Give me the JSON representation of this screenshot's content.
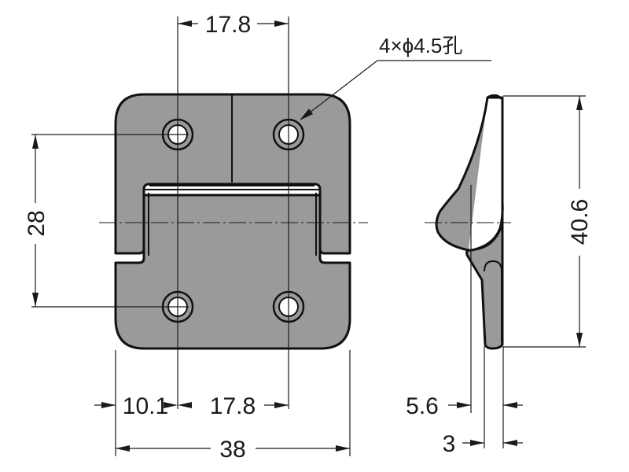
{
  "dimensions": {
    "top_hole_spacing": "17.8",
    "hole_callout": "4×ϕ4.5孔",
    "vertical_hole_spacing": "28",
    "edge_to_hole": "10.1",
    "bottom_hole_spacing": "17.8",
    "overall_width": "38",
    "overall_height": "40.6",
    "side_depth": "5.6",
    "plate_thickness": "3"
  },
  "colors": {
    "part_fill": "#9a9a9a",
    "line": "#111111"
  }
}
